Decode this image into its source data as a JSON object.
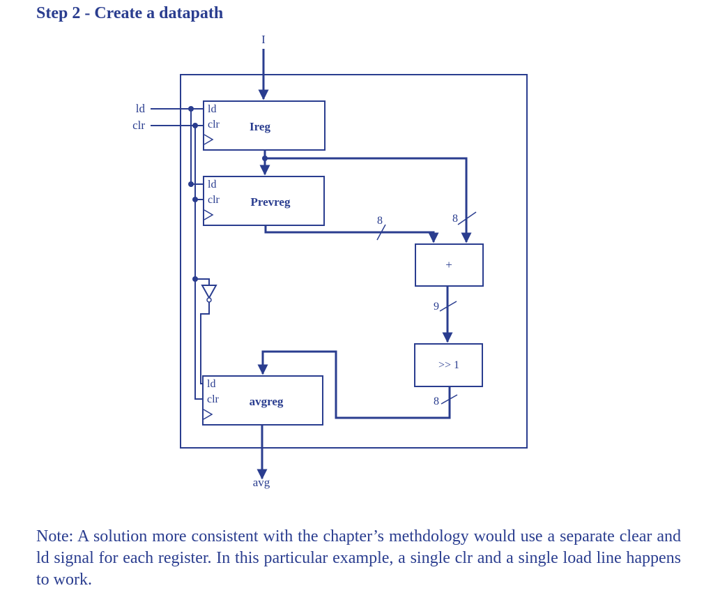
{
  "heading": "Step 2 - Create a datapath",
  "inputs": {
    "I": "I",
    "ld": "ld",
    "clr": "clr"
  },
  "output": "avg",
  "registers": [
    {
      "name": "Ireg",
      "ports": [
        "ld",
        "clr"
      ]
    },
    {
      "name": "Prevreg",
      "ports": [
        "ld",
        "clr"
      ]
    },
    {
      "name": "avgreg",
      "ports": [
        "ld",
        "clr"
      ]
    }
  ],
  "units": {
    "adder": "+",
    "shifter": ">> 1"
  },
  "bus_widths": {
    "prev_to_adder": "8",
    "ireg_to_adder": "8",
    "adder_out": "9",
    "shifter_out": "8"
  },
  "note": "Note: A solution more consistent with the chapter’s methdology would use a separate clear and ld signal for each register. In this particular example, a single clr and a single load line happens to work.",
  "colors": {
    "ink": "#2a3d8f",
    "background": "#ffffff"
  }
}
